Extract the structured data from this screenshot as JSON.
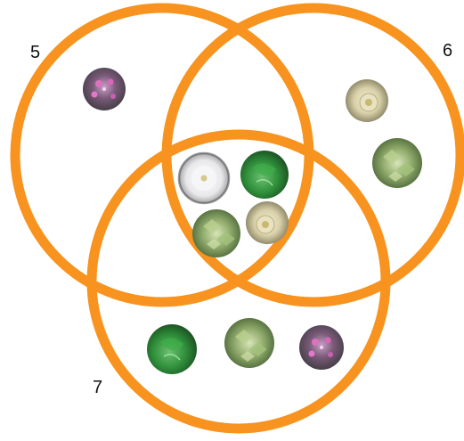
{
  "diagram": {
    "ring_color": "#f7931e",
    "sets": [
      {
        "id": "a",
        "label": "5"
      },
      {
        "id": "b",
        "label": "6"
      },
      {
        "id": "c",
        "label": "7"
      }
    ],
    "items": [
      {
        "kind": "pink-flower",
        "region": "a-only"
      },
      {
        "kind": "cream-flower",
        "region": "b-only"
      },
      {
        "kind": "green-succulent",
        "region": "b-only"
      },
      {
        "kind": "white-flower",
        "region": "a-b-c"
      },
      {
        "kind": "green-leaf",
        "region": "a-b-c"
      },
      {
        "kind": "green-succulent",
        "region": "a-b-c"
      },
      {
        "kind": "cream-flower",
        "region": "a-b-c"
      },
      {
        "kind": "green-leaf",
        "region": "c-only"
      },
      {
        "kind": "green-succulent",
        "region": "c-only"
      },
      {
        "kind": "pink-flower",
        "region": "c-only"
      }
    ]
  }
}
